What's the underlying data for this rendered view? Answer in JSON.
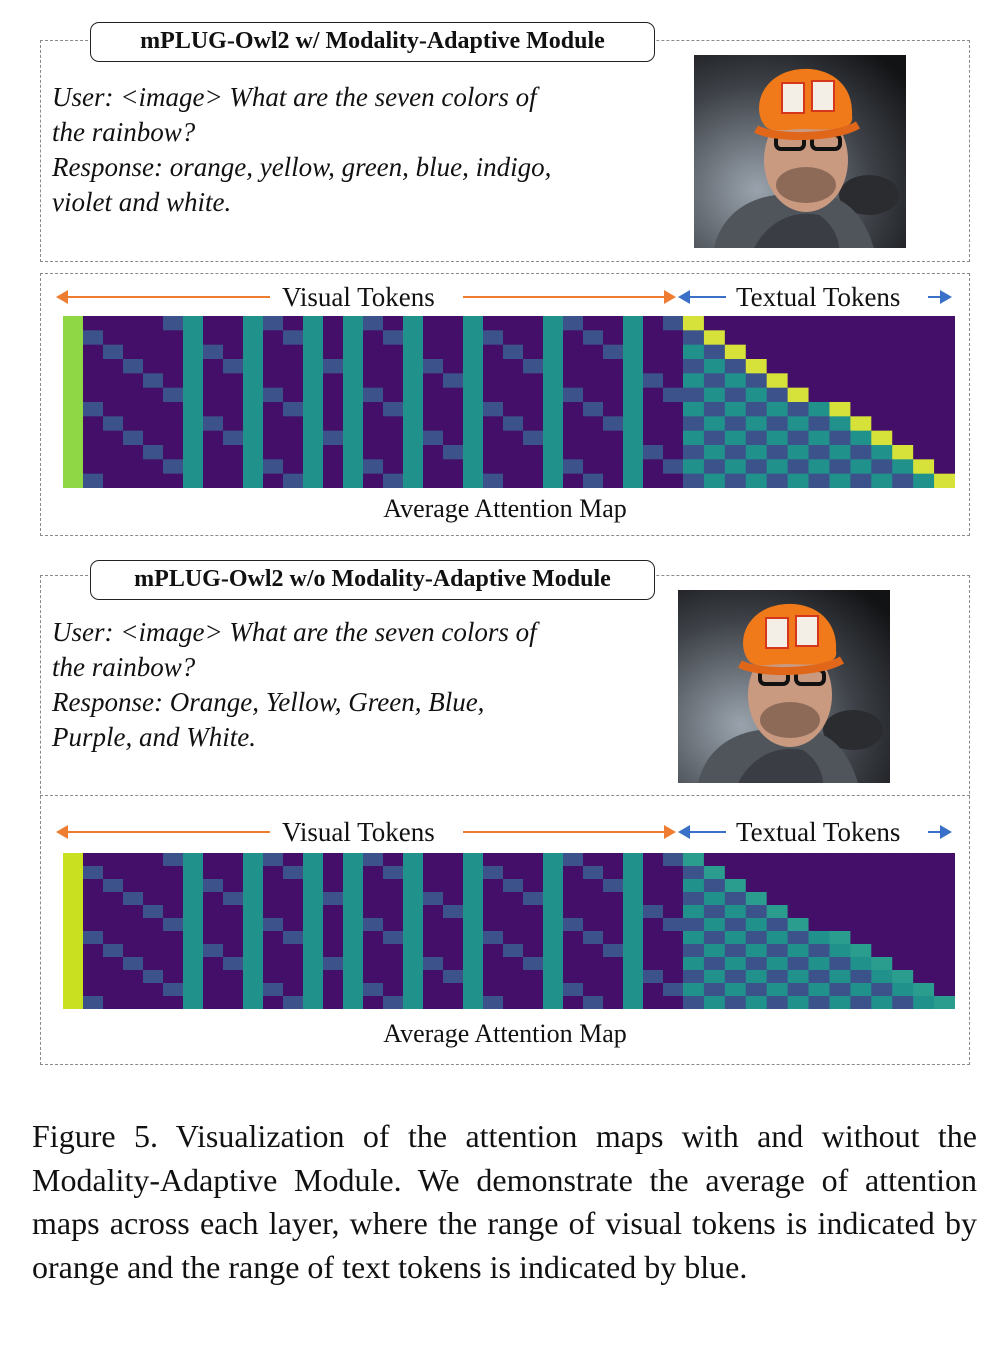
{
  "panels": [
    {
      "title": "mPLUG-Owl2 w/ Modality-Adaptive Module",
      "dialog": "User: <image> What are the seven colors of\nthe rainbow?\nResponse: orange, yellow, green, blue, indigo,\nviolet and white.",
      "visual_label": "Visual Tokens",
      "textual_label": "Textual Tokens",
      "map_label": "Average Attention Map",
      "heatmap": {
        "visual_cols": 31,
        "text_cols": 13,
        "rows": 12,
        "bright_visual_cols": [
          0,
          6,
          9,
          12,
          14,
          17,
          20,
          24,
          28
        ],
        "text_diag_color": "#d6e23a",
        "base_color": "#440f68",
        "mid_color": "#3b528b",
        "high_color": "#21918c",
        "peak_color": "#8fd744"
      }
    },
    {
      "title": "mPLUG-Owl2 w/o Modality-Adaptive Module",
      "dialog": "User: <image> What are the seven colors of\nthe rainbow?\nResponse: Orange, Yellow, Green, Blue,\nPurple, and White.",
      "visual_label": "Visual Tokens",
      "textual_label": "Textual Tokens",
      "map_label": "Average Attention Map",
      "heatmap": {
        "visual_cols": 31,
        "text_cols": 13,
        "rows": 12,
        "bright_visual_cols": [
          0,
          6,
          9,
          12,
          14,
          17,
          20,
          24,
          28
        ],
        "text_diag_color": "#2a9d8f",
        "base_color": "#440f68",
        "mid_color": "#3b528b",
        "high_color": "#21918c",
        "peak_color": "#c8e020"
      }
    }
  ],
  "colors": {
    "visual_arrow": "#ee7d31",
    "text_arrow": "#3a70c8"
  },
  "caption": "Figure 5.  Visualization of the attention maps with and without the Modality-Adaptive Module.  We demonstrate the average of attention maps across each layer, where the range of visual tokens is indicated by orange and the range of text tokens is indicated by blue."
}
